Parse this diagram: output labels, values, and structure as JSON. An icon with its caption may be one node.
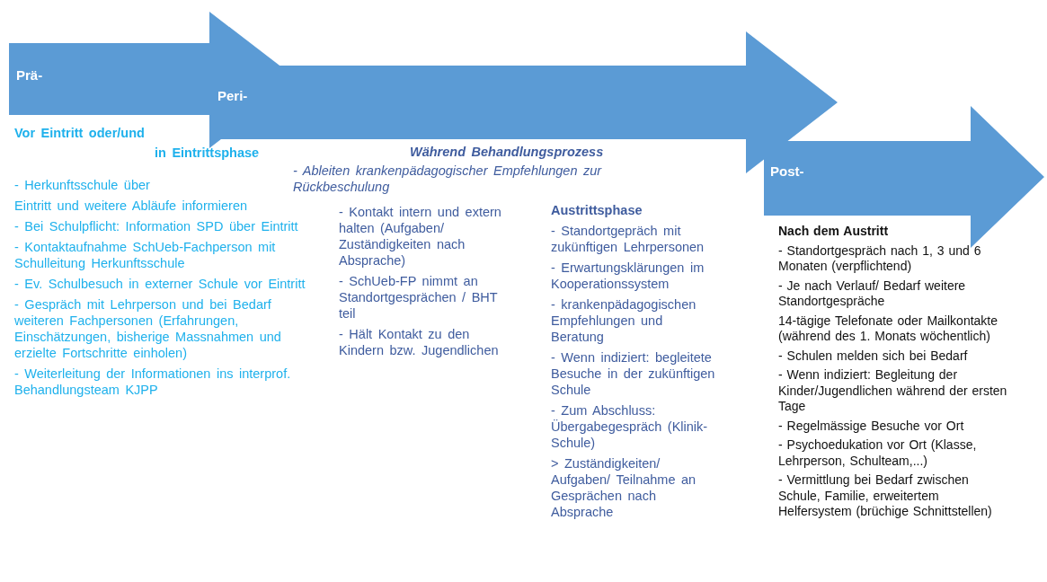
{
  "diagram": {
    "nodes": [
      {
        "text": [
          "Prä-"
        ]
      },
      {
        "text": [
          "Peri-"
        ]
      },
      {
        "text": [
          "Post-"
        ]
      }
    ],
    "labels": [
      "Vor Eintritt oder/und",
      "in Eintrittsphase",
      "- Herkunftsschule über",
      "Eintritt und weitere Abläufe informieren",
      "- Bei Schulpflicht: Information SPD über Eintritt",
      "- Kontaktaufnahme SchUeb-Fachperson mit Schulleitung Herkunftsschule",
      "- Ev. Schulbesuch in externer Schule vor Eintritt",
      "- Gespräch mit Lehrperson und bei Bedarf weiteren Fachpersonen (Erfahrungen, Einschätzungen, bisherige Massnahmen und erzielte Fortschritte einholen)",
      "- Weiterleitung der Informationen ins interprof. Behandlungsteam KJPP",
      "Während Behandlungsprozess",
      "- Ableiten krankenpädagogischer Empfehlungen zur Rückbeschulung",
      "- Kontakt intern und extern halten (Aufgaben/ Zuständigkeiten nach Absprache)",
      "- SchUeb-FP nimmt an Standortgesprächen / BHT teil",
      "- Hält Kontakt zu den Kindern bzw. Jugendlichen",
      "Austrittsphase",
      "- Standortgepräch mit zukünftigen Lehrpersonen",
      "- Erwartungsklärungen im Kooperationssystem",
      "- krankenpädagogischen Empfehlungen und Beratung",
      "- Wenn indiziert: begleitete Besuche in der zukünftigen Schule",
      "- Zum Abschluss: Übergabegespräch (Klinik-Schule)",
      "> Zuständigkeiten/ Aufgaben/ Teilnahme an Gesprächen nach Absprache",
      "Nach dem Austritt",
      "- Standortgespräch nach 1, 3 und 6 Monaten (verpflichtend)",
      "- Je nach Verlauf/ Bedarf weitere Standortgespräche",
      "14-tägige Telefonate oder Mailkontakte (während des 1. Monats wöchentlich)",
      "- Schulen melden sich bei Bedarf",
      "- Wenn indiziert: Begleitung der Kinder/Jugendlichen während der ersten Tage",
      "- Regelmässige Besuche vor Ort",
      "- Psychoedukation vor Ort (Klasse, Lehrperson, Schulteam,...)",
      "- Vermittlung bei Bedarf zwischen Schule, Familie, erweitertem Helfersystem (brüchige Schnittstellen)"
    ]
  }
}
